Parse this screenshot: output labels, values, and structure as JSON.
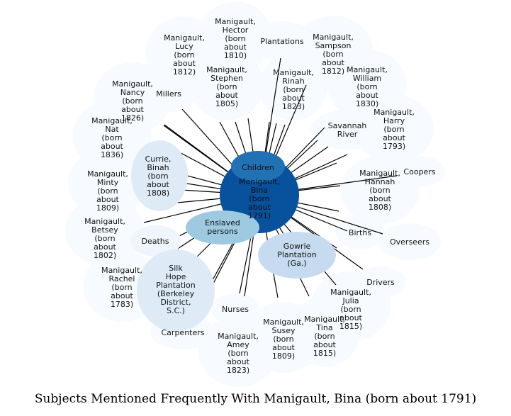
{
  "caption": "Subjects Mentioned Frequently With Manigault, Bina (born about 1791)",
  "colors": {
    "center": "#08519c",
    "children": "#2171b5",
    "enslaved_persons": "#9ecae1",
    "gowrie": "#c6dbef",
    "silk_hope": "#deebf7",
    "currie": "#deebf7",
    "deaths": "#eef5fc",
    "pale": "#f7fbff",
    "edge": "#000000"
  },
  "center": {
    "lines": [
      "Manigault,",
      "Bina",
      "(born",
      "about",
      "1791)"
    ]
  },
  "nodes": [
    {
      "id": "children",
      "lines": [
        "Children"
      ]
    },
    {
      "id": "enslaved-persons",
      "lines": [
        "Enslaved",
        "persons"
      ]
    },
    {
      "id": "gowrie-plantation",
      "lines": [
        "Gowrie",
        "Plantation",
        "(Ga.)"
      ]
    },
    {
      "id": "silk-hope-plantation",
      "lines": [
        "Silk",
        "Hope",
        "Plantation",
        "(Berkeley",
        "District,",
        "S.C.)"
      ]
    },
    {
      "id": "currie-binah",
      "lines": [
        "Currie,",
        "Binah",
        "(born",
        "about",
        "1808)"
      ]
    },
    {
      "id": "deaths",
      "lines": [
        "Deaths"
      ]
    },
    {
      "id": "births",
      "lines": [
        "Births"
      ]
    },
    {
      "id": "overseers",
      "lines": [
        "Overseers"
      ]
    },
    {
      "id": "drivers",
      "lines": [
        "Drivers"
      ]
    },
    {
      "id": "nurses",
      "lines": [
        "Nurses"
      ]
    },
    {
      "id": "carpenters",
      "lines": [
        "Carpenters"
      ]
    },
    {
      "id": "coopers",
      "lines": [
        "Coopers"
      ]
    },
    {
      "id": "savannah-river",
      "lines": [
        "Savannah",
        "River"
      ]
    },
    {
      "id": "plantations",
      "lines": [
        "Plantations"
      ]
    },
    {
      "id": "millers",
      "lines": [
        "Millers"
      ]
    },
    {
      "id": "hector",
      "lines": [
        "Manigault,",
        "Hector",
        "(born",
        "about",
        "1810)"
      ]
    },
    {
      "id": "lucy",
      "lines": [
        "Manigault,",
        "Lucy",
        "(born",
        "about",
        "1812)"
      ]
    },
    {
      "id": "sampson",
      "lines": [
        "Manigault,",
        "Sampson",
        "(born",
        "about",
        "1812)"
      ]
    },
    {
      "id": "stephen",
      "lines": [
        "Manigault,",
        "Stephen",
        "(born",
        "about",
        "1805)"
      ]
    },
    {
      "id": "rinah",
      "lines": [
        "Manigault,",
        "Rinah",
        "(born",
        "about",
        "1823)"
      ]
    },
    {
      "id": "william",
      "lines": [
        "Manigault,",
        "William",
        "(born",
        "about",
        "1830)"
      ]
    },
    {
      "id": "nancy",
      "lines": [
        "Manigault,",
        "Nancy",
        "(born",
        "about",
        "1826)"
      ]
    },
    {
      "id": "harry",
      "lines": [
        "Manigault,",
        "Harry",
        "(born",
        "about",
        "1793)"
      ]
    },
    {
      "id": "nat",
      "lines": [
        "Manigault,",
        "Nat",
        "(born",
        "about",
        "1836)"
      ]
    },
    {
      "id": "hannah",
      "lines": [
        "Manigault,",
        "Hannah",
        "(born",
        "about",
        "1808)"
      ]
    },
    {
      "id": "minty",
      "lines": [
        "Manigault,",
        "Minty",
        "(born",
        "about",
        "1809)"
      ]
    },
    {
      "id": "betsey",
      "lines": [
        "Manigault,",
        "Betsey",
        "(born",
        "about",
        "1802)"
      ]
    },
    {
      "id": "rachel",
      "lines": [
        "Manigault,",
        "Rachel",
        "(born",
        "about",
        "1783)"
      ]
    },
    {
      "id": "julia",
      "lines": [
        "Manigault,",
        "Julia",
        "(born",
        "about",
        "1815)"
      ]
    },
    {
      "id": "susey",
      "lines": [
        "Manigault,",
        "Susey",
        "(born",
        "about",
        "1809)"
      ]
    },
    {
      "id": "tina",
      "lines": [
        "Manigault,",
        "Tina",
        "(born",
        "about",
        "1815)"
      ]
    },
    {
      "id": "amey",
      "lines": [
        "Manigault,",
        "Amey",
        "(born",
        "about",
        "1823)"
      ]
    }
  ]
}
